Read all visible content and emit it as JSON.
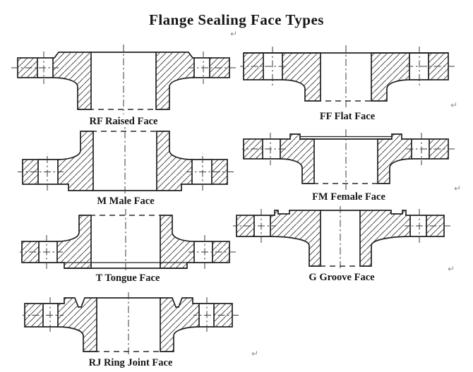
{
  "title": "Flange Sealing Face Types",
  "figures": [
    {
      "code": "RF",
      "label": "RF Raised Face"
    },
    {
      "code": "FF",
      "label": "FF Flat Face"
    },
    {
      "code": "M",
      "label": "M Male Face"
    },
    {
      "code": "FM",
      "label": "FM Female Face"
    },
    {
      "code": "T",
      "label": "T Tongue Face"
    },
    {
      "code": "G",
      "label": "G Groove Face"
    },
    {
      "code": "RJ",
      "label": "RJ Ring Joint Face"
    }
  ],
  "paragraph_mark": "↵",
  "colors": {
    "background": "#ffffff",
    "outline": "#1f1f1f",
    "hatch": "#3f3f3f",
    "centerline": "#3a3a3a",
    "hidden": "#2a2a2a",
    "text": "#161616",
    "mark": "#8f8f8f"
  }
}
